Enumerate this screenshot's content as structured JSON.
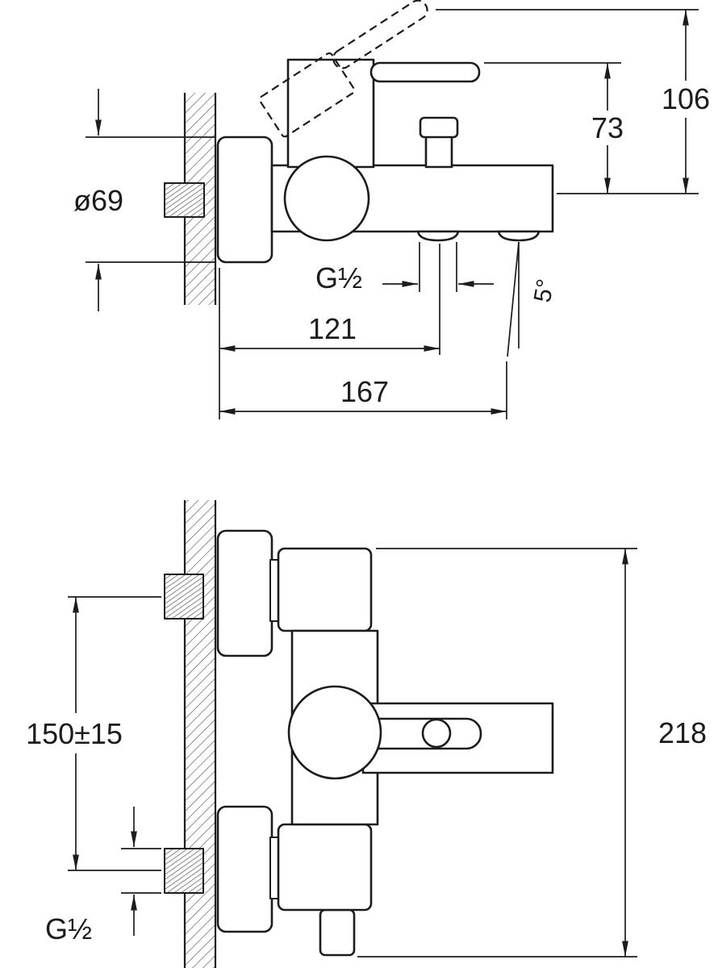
{
  "side_view": {
    "height_open_label": "106",
    "height_rest_label": "73",
    "flange_diameter_label": "ø69",
    "outlet_thread_label": "G½",
    "outlet_offset_label": "121",
    "spout_reach_label": "167",
    "outlet_angle_label": "5°"
  },
  "front_view": {
    "supply_spacing_label": "150±15",
    "total_height_label": "218",
    "supply_thread_label": "G½"
  },
  "colors": {
    "line": "#1c1c1c",
    "background": "#ffffff"
  }
}
